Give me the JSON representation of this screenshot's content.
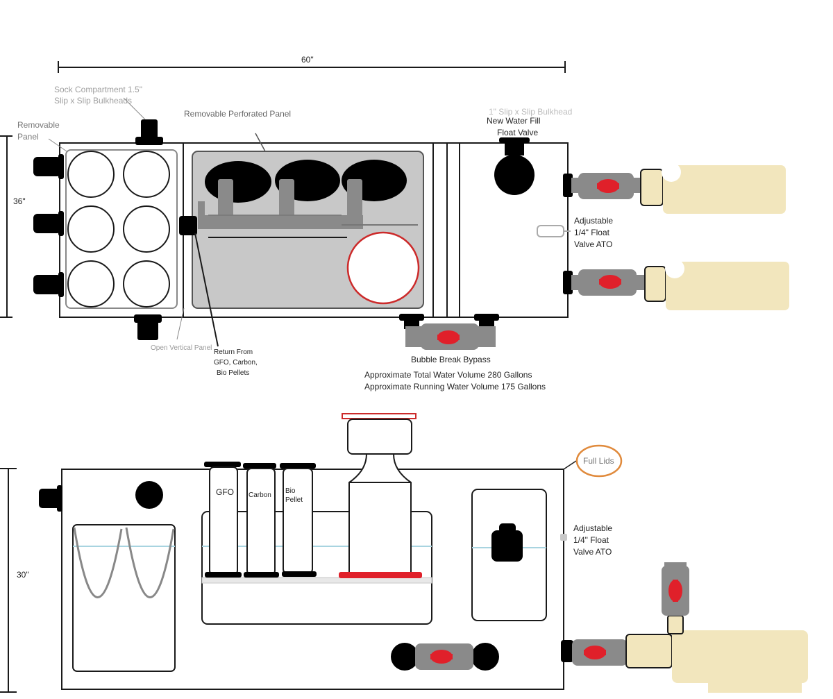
{
  "colors": {
    "outline": "#1a1a1a",
    "panel_gray": "#c8c8c8",
    "pipe_gray": "#8a8a8a",
    "valve_red": "#e0202a",
    "pump_cream": "#f2e6bd",
    "water_line": "#a8d4e0",
    "lids_orange": "#e08a3c",
    "reactor_red": "#cc2a2a"
  },
  "top_view": {
    "width_dim": "60\"",
    "depth_dim": "36\"",
    "labels": {
      "sock_line1": "Sock Compartment 1.5\"",
      "sock_line2": "Slip x Slip Bulkheads",
      "removable_line1": "Removable",
      "removable_line2": "Panel",
      "perforated": "Removable Perforated Panel",
      "bulkhead_1in": "1\" Slip x Slip Bulkhead",
      "fill_line1": "New Water Fill",
      "fill_line2": "Float Valve",
      "ato_line1": "Adjustable",
      "ato_line2": "1/4\" Float",
      "ato_line3": "Valve ATO",
      "open_vertical": "Open Vertical Panel",
      "return_line1": "Return From",
      "return_line2": "GFO, Carbon,",
      "return_line3": "Bio Pellets",
      "bypass": "Bubble Break Bypass",
      "total_volume": "Approximate Total Water Volume 280 Gallons",
      "running_volume": "Approximate Running Water Volume 175 Gallons"
    }
  },
  "side_view": {
    "height_dim": "30\"",
    "labels": {
      "gfo": "GFO",
      "carbon": "Carbon",
      "bio_line1": "Bio",
      "bio_line2": "Pellet",
      "full_lids": "Full Lids",
      "ato_line1": "Adjustable",
      "ato_line2": "1/4\" Float",
      "ato_line3": "Valve ATO"
    }
  }
}
